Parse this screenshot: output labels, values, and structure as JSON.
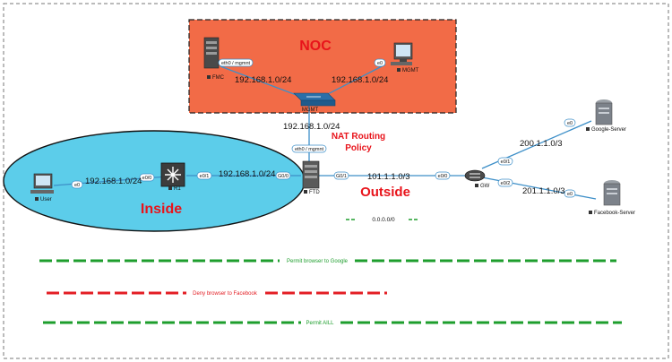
{
  "colors": {
    "noc_fill": "#f26b47",
    "inside_fill": "#5ccdea",
    "title_red": "#e8141b",
    "permit_green": "#1e9e2d",
    "deny_red": "#e31e24",
    "link_blue": "#3d8fc8"
  },
  "zones": {
    "noc": "NOC",
    "inside": "Inside",
    "outside": "Outside",
    "nat_line1": "NAT Routing",
    "nat_line2": "Policy"
  },
  "devices": {
    "fmc": "FMC",
    "mgmt_pc": "MGMT",
    "mgmt_switch": "MGMT",
    "user": "User",
    "r1": "R1",
    "ftd": "FTD",
    "gw": "GW",
    "google": "Google-Server",
    "facebook": "Facebook-Server"
  },
  "interfaces": {
    "fmc_eth": "eth0 / mgmnt",
    "mgmt_e0": "e0",
    "ftd_eth": "eth0 / mgmnt",
    "user_e0": "e0",
    "r1_e00": "e0/0",
    "r1_e01": "e0/1",
    "ftd_g00": "G0/0",
    "ftd_g01": "G0/1",
    "gw_e00": "e0/0",
    "gw_e01": "e0/1",
    "gw_e02": "e0/2",
    "google_e0": "e0",
    "facebook_e0": "e0"
  },
  "subnets": {
    "noc_left": "192.168.1.0/24",
    "noc_right": "192.168.1.0/24",
    "mgmt_ftd": "192.168.1.0/24",
    "user_r1": "192.168.1.0/24",
    "r1_ftd": "192.168.1.0/24",
    "outside": "101.1.1.0/3",
    "gw_google": "200.1.1.0/3",
    "gw_facebook": "201.1.1.0/3",
    "default_route": "0.0.0.0/0"
  },
  "policies": {
    "permit_google": "Permit browser to Google",
    "deny_facebook": "Deny browser to Facebook",
    "permit_all": "Permit AILL"
  }
}
